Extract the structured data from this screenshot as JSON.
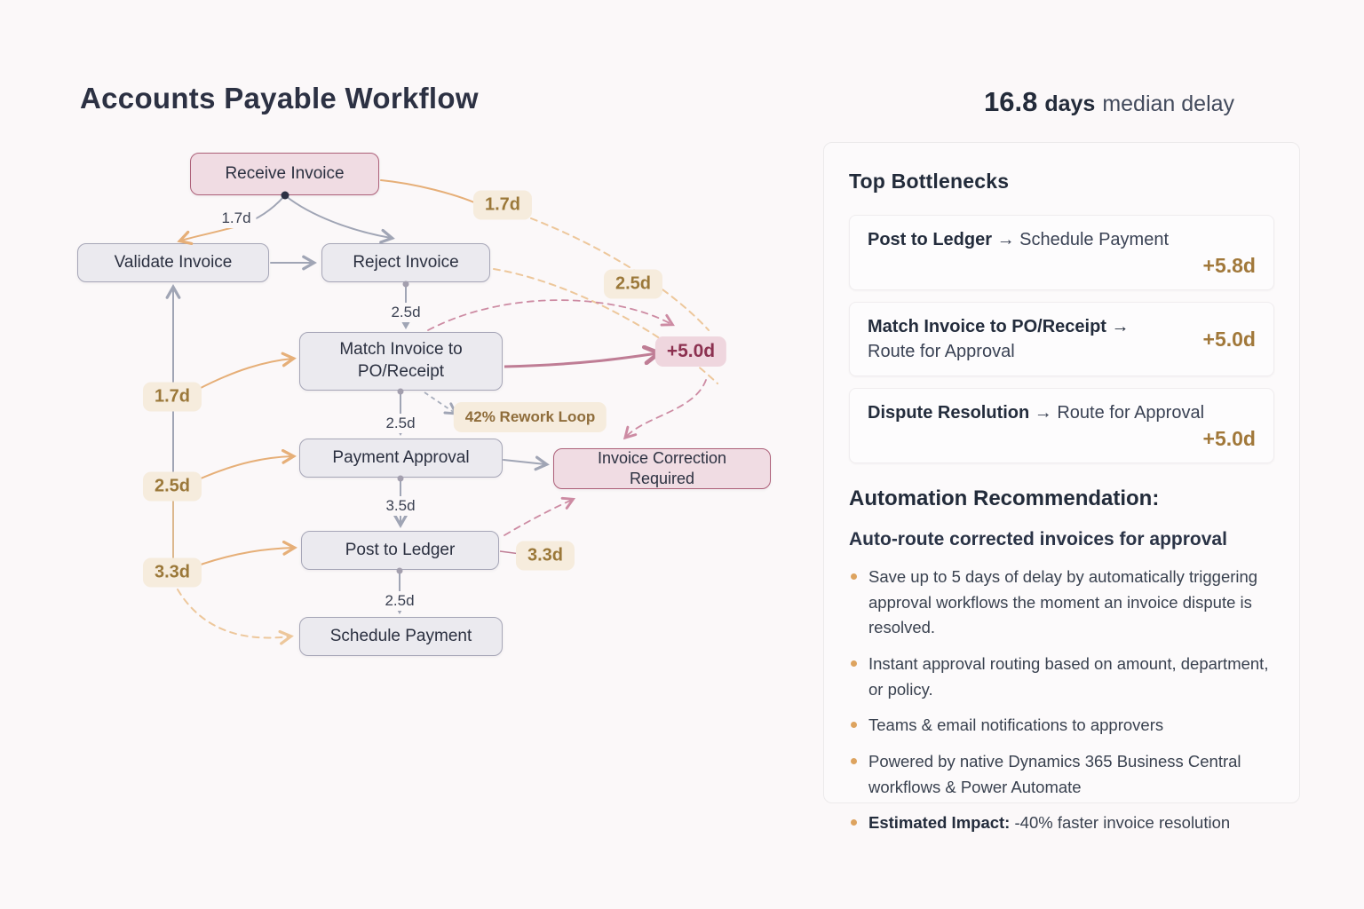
{
  "title": "Accounts Payable Workflow",
  "stat": {
    "value": "16.8",
    "unit": "days",
    "label": "median delay"
  },
  "flow": {
    "nodes": {
      "receive": "Receive Invoice",
      "validate": "Validate Invoice",
      "reject": "Reject Invoice",
      "match": "Match Invoice to PO/Receipt",
      "approval": "Payment Approval",
      "correction": "Invoice Correction Required",
      "ledger": "Post to Ledger",
      "schedule": "Schedule Payment"
    },
    "edge_labels": {
      "receive_validate": "1.7d",
      "reject_match": "2.5d",
      "match_approval": "2.5d",
      "approval_ledger": "3.5d",
      "ledger_schedule": "2.5d"
    },
    "badges": {
      "top_right_1": "1.7d",
      "top_right_2": "2.5d",
      "left_1": "1.7d",
      "left_2": "2.5d",
      "left_3": "3.3d",
      "right_ledger": "3.3d",
      "rework": "42% Rework Loop",
      "delta": "+5.0d"
    }
  },
  "panel": {
    "bottlenecks_title": "Top Bottlenecks",
    "bottlenecks": [
      {
        "from": "Post to Ledger",
        "arrow": "→",
        "to": "Schedule Payment",
        "delta": "+5.8d"
      },
      {
        "from": "Match Invoice to PO/Receipt",
        "arrow": "→",
        "to": "Route for Approval",
        "delta": "+5.0d"
      },
      {
        "from": "Dispute Resolution",
        "arrow": "→",
        "to": "Route for Approval",
        "delta": "+5.0d"
      }
    ],
    "recommendation_title": "Automation Recommendation:",
    "recommendation_subtitle": "Auto-route corrected invoices for approval",
    "bullets": [
      {
        "prefix": "",
        "text": "Save up to 5 days of delay by automatically triggering approval workflows the moment an invoice dispute is resolved."
      },
      {
        "prefix": "",
        "text": "Instant approval routing based on amount, department, or policy."
      },
      {
        "prefix": "",
        "text": "Teams & email notifications to approvers"
      },
      {
        "prefix": "",
        "text": "Powered by native Dynamics 365 Business Central workflows & Power Automate"
      },
      {
        "prefix": "Estimated Impact:",
        "text": " -40% faster invoice resolution"
      }
    ]
  },
  "colors": {
    "background": "#fbf8f9",
    "node_fill": "#ebeaef",
    "node_border": "#a6a6b7",
    "pink_node_fill": "#f0dce3",
    "pink_node_border": "#ad6079",
    "arrow_gray": "#a0a5b5",
    "arrow_orange": "#e6af78",
    "arrow_pink": "#bf7d95",
    "badge_cream_bg": "#f6ecdd",
    "badge_tan_text": "#9b7839",
    "badge_pink_bg": "#efd6de",
    "badge_pink_text": "#8c3150",
    "delta_gold": "#a1783a",
    "text_navy": "#2c3143"
  }
}
